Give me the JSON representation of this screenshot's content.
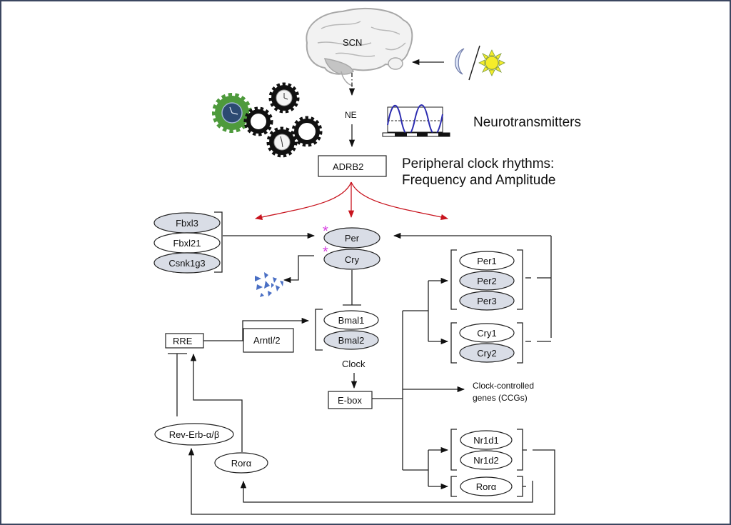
{
  "figure": {
    "labels": {
      "scn": "SCN",
      "ne": "NE",
      "neurotransmitters": "Neurotransmitters",
      "adrb2": "ADRB2",
      "peripheral_line1": "Peripheral clock rhythms:",
      "peripheral_line2": "Frequency and Amplitude",
      "clock": "Clock",
      "ebox": "E-box",
      "rre": "RRE",
      "arntl2": "Arntl/2",
      "ccg_line1": "Clock-controlled",
      "ccg_line2": "genes (CCGs)",
      "rev_erb": "Rev-Erb-α/β",
      "rora_left": "Rorα",
      "asterisk": "*"
    },
    "left_group": [
      {
        "label": "Fbxl3",
        "shade": "grey"
      },
      {
        "label": "Fbxl21",
        "shade": "white"
      },
      {
        "label": "Csnk1g3",
        "shade": "grey"
      }
    ],
    "core_complex": [
      {
        "label": "Per",
        "shade": "grey",
        "marked": true
      },
      {
        "label": "Cry",
        "shade": "grey",
        "marked": true
      }
    ],
    "bmal_group": [
      {
        "label": "Bmal1",
        "shade": "white"
      },
      {
        "label": "Bmal2",
        "shade": "grey"
      }
    ],
    "per_group": [
      {
        "label": "Per1",
        "shade": "white"
      },
      {
        "label": "Per2",
        "shade": "grey"
      },
      {
        "label": "Per3",
        "shade": "grey"
      }
    ],
    "cry_group": [
      {
        "label": "Cry1",
        "shade": "white"
      },
      {
        "label": "Cry2",
        "shade": "grey"
      }
    ],
    "nr_group": [
      {
        "label": "Nr1d1",
        "shade": "white"
      },
      {
        "label": "Nr1d2",
        "shade": "white"
      }
    ],
    "rora_group": [
      {
        "label": "Rorα",
        "shade": "white"
      }
    ],
    "icons": [
      "brain-icon",
      "moon-icon",
      "sun-icon",
      "gears-clock-icon",
      "oscillation-wave-icon",
      "degradation-fragments-icon"
    ],
    "colors": {
      "frame": "#3b4660",
      "accent_red": "#c8141e",
      "asterisk": "#d63fe0",
      "grey_fill": "#d9dde6",
      "wave": "#2b2bb0",
      "gear_green": "#4e9a3c",
      "fragments": "#4a6fc4",
      "sun": "#f5ec2a",
      "moon": "#dce4f7"
    }
  }
}
